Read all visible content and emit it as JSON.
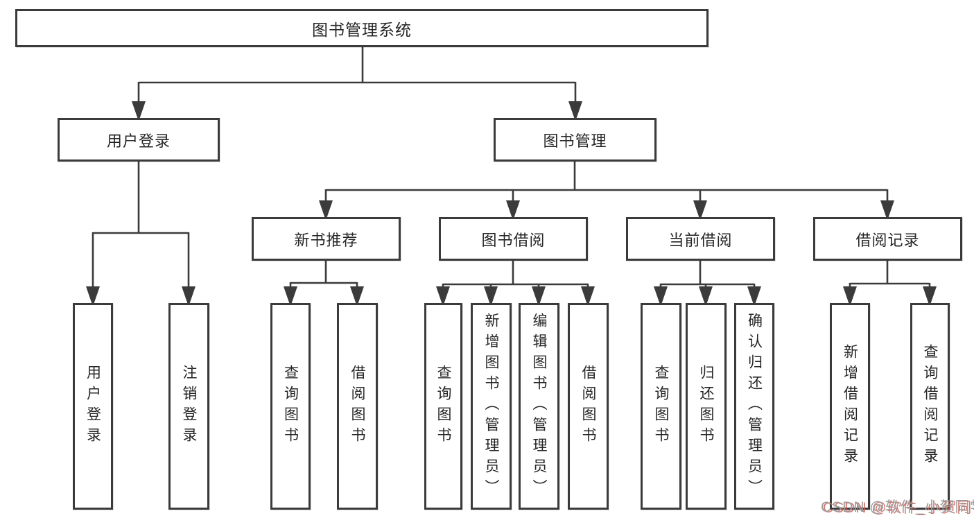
{
  "diagram": {
    "root": {
      "label": "图书管理系统"
    },
    "branches": [
      {
        "label": "用户登录",
        "children": [
          {
            "label": "用户登录"
          },
          {
            "label": "注销登录"
          }
        ]
      },
      {
        "label": "图书管理",
        "children": [
          {
            "label": "新书推荐",
            "children": [
              {
                "label": "查询图书"
              },
              {
                "label": "借阅图书"
              }
            ]
          },
          {
            "label": "图书借阅",
            "children": [
              {
                "label": "查询图书"
              },
              {
                "label": "新增图书（管理员）"
              },
              {
                "label": "编辑图书（管理员）"
              },
              {
                "label": "借阅图书"
              }
            ]
          },
          {
            "label": "当前借阅",
            "children": [
              {
                "label": "查询图书"
              },
              {
                "label": "归还图书"
              },
              {
                "label": "确认归还（管理员）"
              }
            ]
          },
          {
            "label": "借阅记录",
            "children": [
              {
                "label": "新增借阅记录"
              },
              {
                "label": "查询借阅记录"
              }
            ]
          }
        ]
      }
    ]
  },
  "watermark": {
    "text": "CSDN @软件_小贺同学"
  },
  "colors": {
    "line": "#3b3b3b",
    "box_border": "#3b3b3b",
    "text": "#262626",
    "watermark_gray": "#9d9d9d",
    "watermark_red": "#cf6258",
    "background": "#ffffff"
  }
}
